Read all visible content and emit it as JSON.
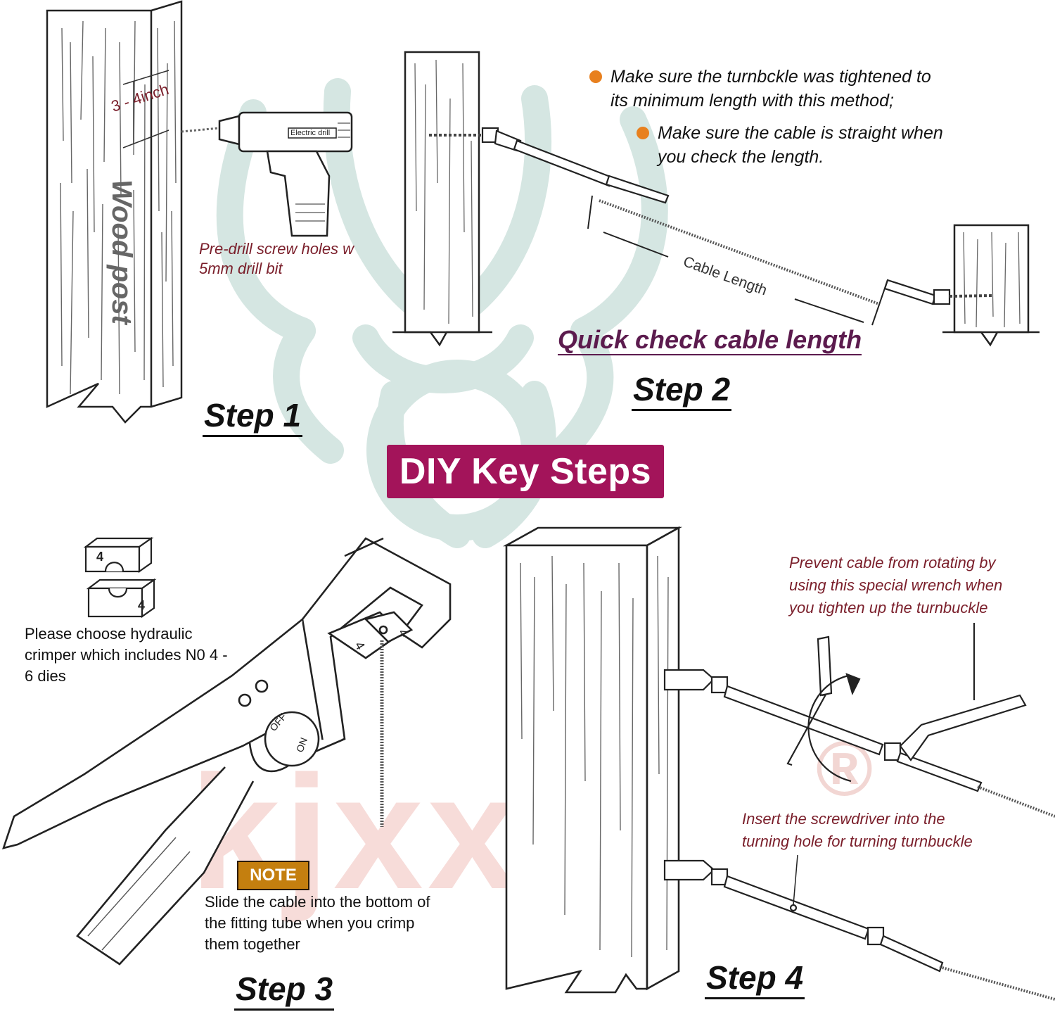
{
  "title": "DIY Key Steps",
  "brand": {
    "watermark": "kjxxkj",
    "registered_mark": "®"
  },
  "colors": {
    "banner": "#a3145a",
    "bullet": "#e8801e",
    "note_badge": "#c47f0f",
    "maroon_text": "#7a1e2a",
    "purple_text": "#5c1b4e",
    "watermark_teal": "#d5e6e2",
    "watermark_pink": "#f7dcd9"
  },
  "step1": {
    "label": "Step 1",
    "post_label": "Wood post",
    "measure": "3 - 4inch",
    "drill_label": "Electric drill",
    "caption_line1": "Pre-drill screw holes w",
    "caption_line2": "5mm drill bit"
  },
  "step2": {
    "label": "Step 2",
    "bullets": [
      {
        "line1": "Make sure the turnbckle was tightened  to",
        "line2": "its minimum length with this method;"
      },
      {
        "line1": "Make sure the cable is straight when",
        "line2": "you check the length."
      }
    ],
    "cable_length": "Cable Length",
    "heading": "Quick check cable length"
  },
  "step3": {
    "label": "Step 3",
    "die_top": "4",
    "die_bottom": "4",
    "dies_note": [
      "Please choose hydraulic",
      "crimper which includes N0 4 -",
      "6 dies"
    ],
    "jaw_left": "4",
    "jaw_right": "4",
    "valve_off": "OFF",
    "valve_on": "ON",
    "note_label": "NOTE",
    "note_text": [
      "Slide the cable into the bottom of",
      "the fitting tube when you crimp",
      "them together"
    ]
  },
  "step4": {
    "label": "Step 4",
    "wrench_note": [
      "Prevent cable from rotating by",
      "using this special wrench when",
      "you tighten up the turnbuckle"
    ],
    "screwdriver_note": [
      "Insert the screwdriver into the",
      "turning hole for turning turnbuckle"
    ]
  }
}
